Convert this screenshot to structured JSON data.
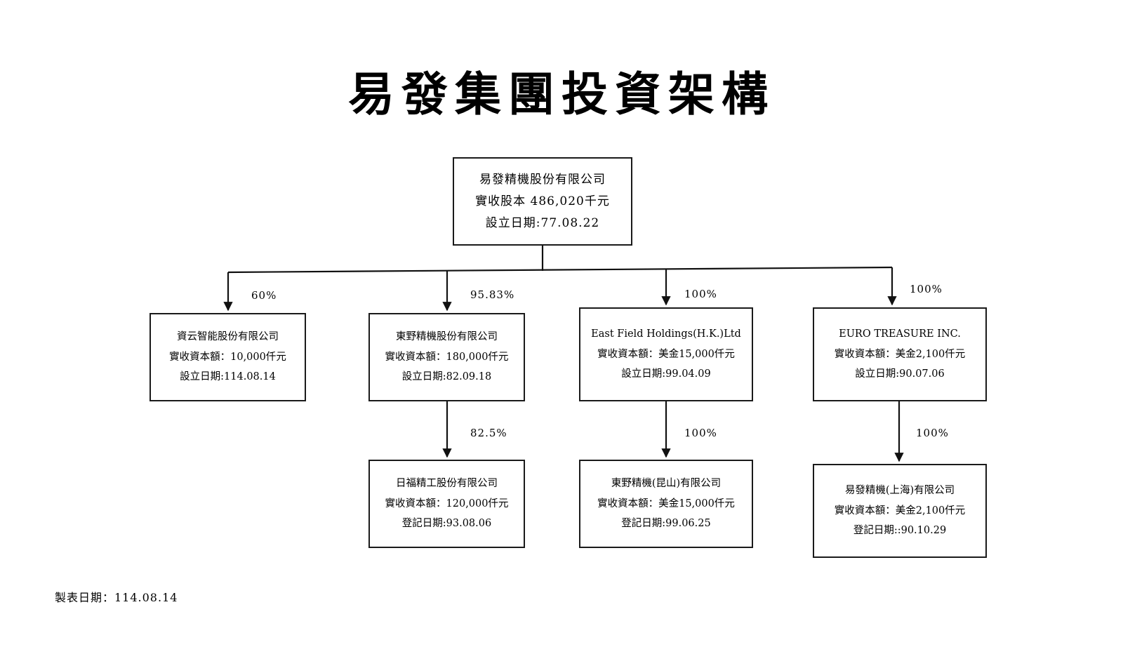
{
  "document": {
    "title": "易發集團投資架構",
    "footer_label": "製表日期：114.08.14"
  },
  "colors": {
    "ink": "#1a1a1a",
    "background": "#ffffff"
  },
  "nodes": {
    "root": {
      "name": "易發精機股份有限公司",
      "capital": "實收股本 486,020千元",
      "date": "設立日期:77.08.22"
    },
    "a": {
      "name": "資云智能股份有限公司",
      "capital": "實收資本額：10,000仟元",
      "date": "設立日期:114.08.14"
    },
    "b": {
      "name": "東野精機股份有限公司",
      "capital": "實收資本額：180,000仟元",
      "date": "設立日期:82.09.18"
    },
    "c": {
      "name": "East Field Holdings(H.K.)Ltd",
      "capital": "實收資本額：美金15,000仟元",
      "date": "設立日期:99.04.09"
    },
    "d": {
      "name": "EURO TREASURE INC.",
      "capital": "實收資本額：美金2,100仟元",
      "date": "設立日期:90.07.06"
    },
    "e": {
      "name": "日福精工股份有限公司",
      "capital": "實收資本額：120,000仟元",
      "date": "登記日期:93.08.06"
    },
    "f": {
      "name": "東野精機(昆山)有限公司",
      "capital": "實收資本額：美金15,000仟元",
      "date": "登記日期:99.06.25"
    },
    "g": {
      "name": "易發精機(上海)有限公司",
      "capital": "實收資本額：美金2,100仟元",
      "date": "登記日期::90.10.29"
    }
  },
  "edges": {
    "root_to_a": "60%",
    "root_to_b": "95.83%",
    "root_to_c": "100%",
    "root_to_d": "100%",
    "b_to_e": "82.5%",
    "c_to_f": "100%",
    "d_to_g": "100%"
  }
}
